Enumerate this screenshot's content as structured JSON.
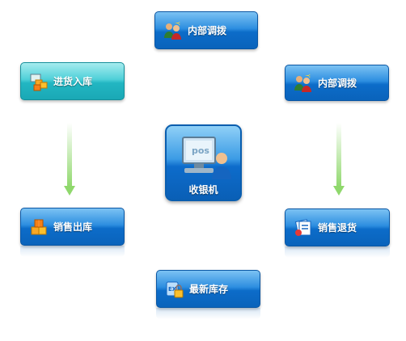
{
  "center": {
    "label": "收银机",
    "screen_text": "pos",
    "icon": "pos-terminal-icon"
  },
  "nodes": {
    "top": {
      "label": "内部调拨",
      "icon": "users-transfer-icon"
    },
    "top_left": {
      "label": "进货入库",
      "icon": "boxes-import-icon"
    },
    "top_right": {
      "label": "内部调拨",
      "icon": "users-transfer-icon"
    },
    "bottom_left": {
      "label": "销售出库",
      "icon": "boxes-export-icon"
    },
    "bottom_right": {
      "label": "销售退货",
      "icon": "return-documents-icon"
    },
    "bottom": {
      "label": "最新库存",
      "icon": "locked-stock-icon"
    }
  },
  "colors": {
    "blue": "#0c6cc9",
    "teal": "#22b6c2",
    "arrow": "#a6e38f"
  }
}
